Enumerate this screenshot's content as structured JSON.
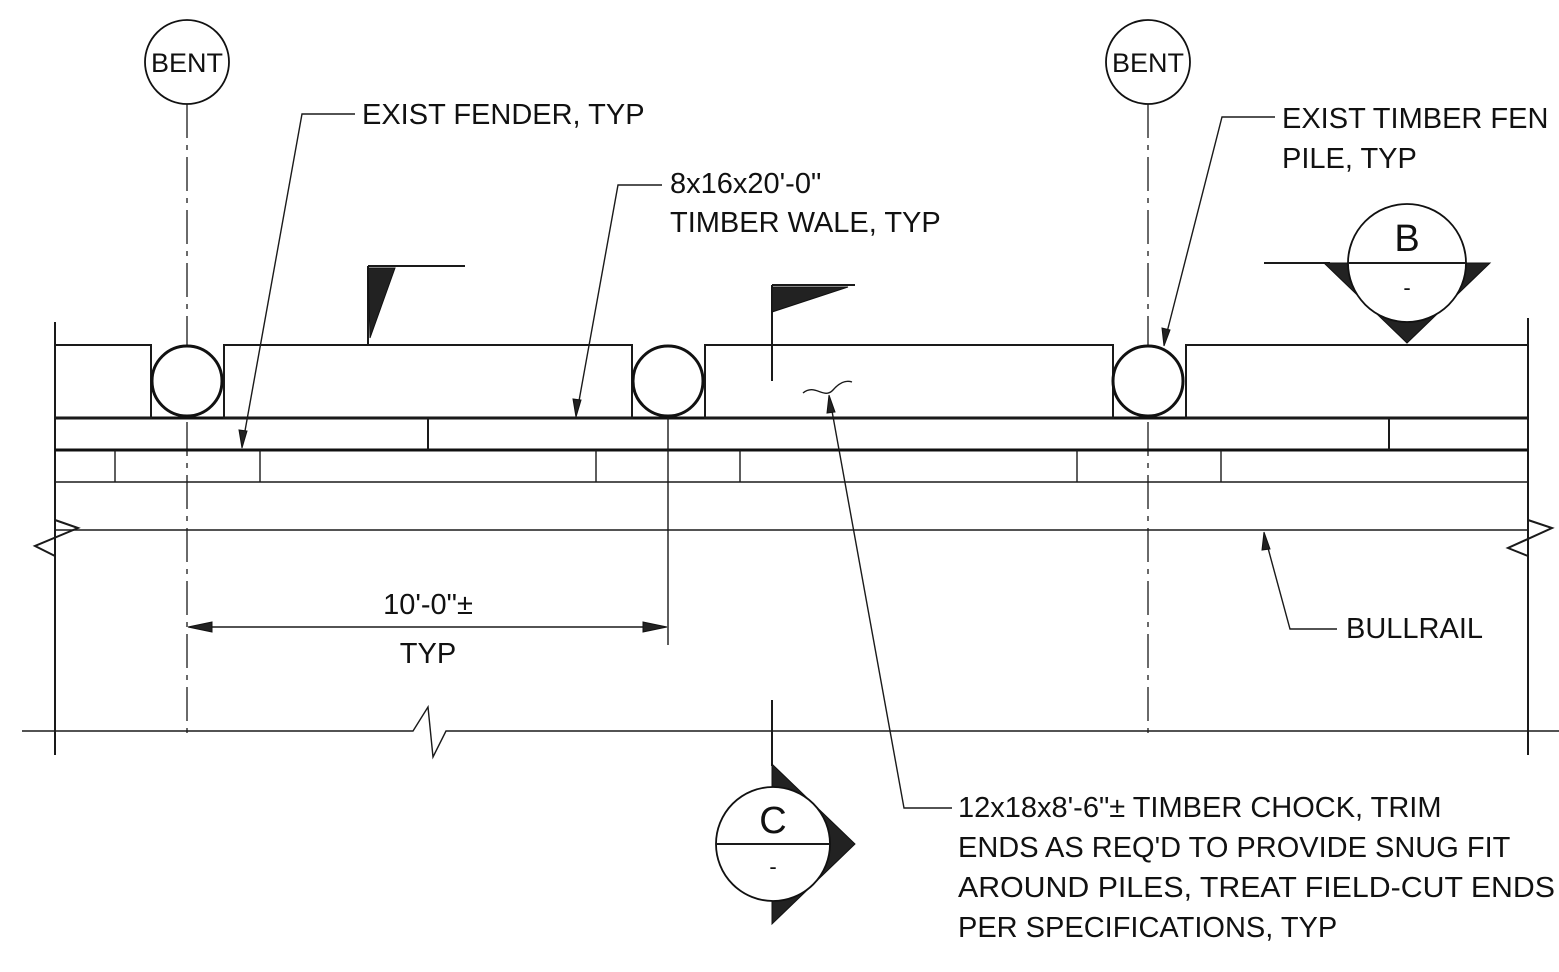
{
  "bent_labels": [
    "BENT",
    "BENT"
  ],
  "notes": {
    "exist_fender": "EXIST FENDER, TYP",
    "timber_wale": [
      "8x16x20'-0\"",
      "TIMBER WALE, TYP"
    ],
    "exist_timber_fender_pile": [
      "EXIST TIMBER FEN",
      "PILE, TYP"
    ],
    "bullrail": "BULLRAIL",
    "dimension": [
      "10'-0\"±",
      "TYP"
    ],
    "timber_chock": [
      "12x18x8'-6\"± TIMBER CHOCK, TRIM",
      "ENDS AS REQ'D TO PROVIDE SNUG FIT",
      "AROUND PILES, TREAT FIELD-CUT ENDS",
      "PER SPECIFICATIONS, TYP"
    ]
  },
  "section_markers": {
    "b": {
      "letter": "B",
      "sheet": "-"
    },
    "c": {
      "letter": "C",
      "sheet": "-"
    }
  }
}
